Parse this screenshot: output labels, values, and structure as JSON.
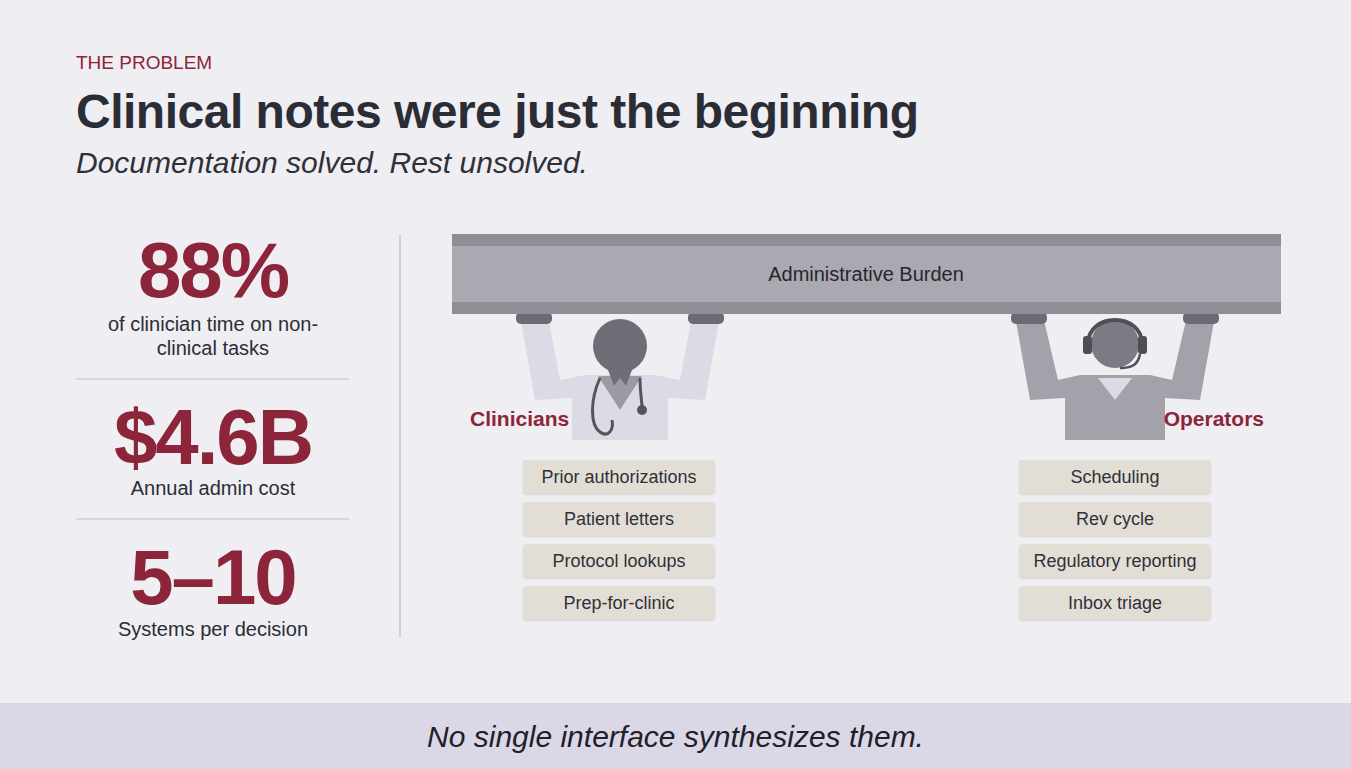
{
  "diagram": {
    "title": "Clinical notes were just the beginning",
    "caption": "No single interface synthesizes them.",
    "nodes": [
      {
        "text": [
          "Administrative Burden"
        ]
      },
      {
        "text": [
          "Prior authorizations"
        ]
      },
      {
        "text": [
          "Patient letters"
        ]
      },
      {
        "text": [
          "Protocol lookups"
        ]
      },
      {
        "text": [
          "Prep-for-clinic"
        ]
      },
      {
        "text": [
          "Scheduling"
        ]
      },
      {
        "text": [
          "Rev cycle"
        ]
      },
      {
        "text": [
          "Regulatory reporting"
        ]
      },
      {
        "text": [
          "Inbox triage"
        ]
      }
    ],
    "labels": [
      "THE PROBLEM",
      "Documentation solved. Rest unsolved.",
      "88%",
      "of clinician time on non-clinical tasks",
      "$4.6B",
      "Annual admin cost",
      "5–10",
      "Systems per decision",
      "Clinicians",
      "Operators"
    ]
  }
}
